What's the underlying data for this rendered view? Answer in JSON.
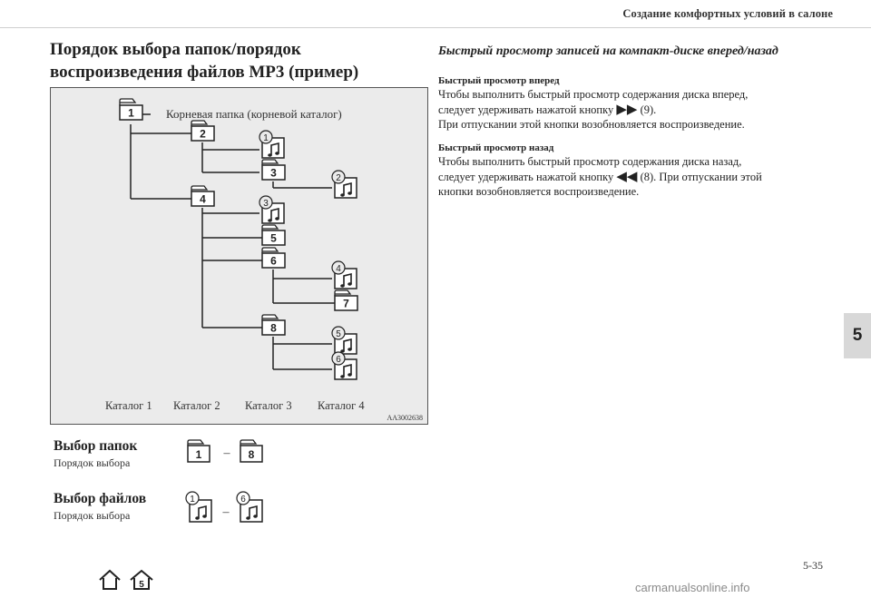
{
  "header": {
    "section_title": "Создание комфортных условий в салоне"
  },
  "left": {
    "title": "Порядок выбора папок/порядок воспроизведения файлов MP3 (пример)",
    "diagram": {
      "root_label": "Корневая папка (корневой каталог)",
      "folders": [
        "1",
        "2",
        "3",
        "4",
        "5",
        "6",
        "7",
        "8"
      ],
      "files": [
        "1",
        "2",
        "3",
        "4",
        "5",
        "6"
      ],
      "catalog_labels": [
        "Каталог 1",
        "Каталог 2",
        "Каталог 3",
        "Каталог 4"
      ],
      "image_code": "AA3002638"
    },
    "folder_select": {
      "title": "Выбор папок",
      "subtitle": "Порядок выбора",
      "from": "1",
      "to": "8",
      "dash": "–"
    },
    "file_select": {
      "title": "Выбор файлов",
      "subtitle": "Порядок выбора",
      "from": "1",
      "to": "6",
      "dash": "–"
    }
  },
  "right": {
    "title": "Быстрый просмотр записей на компакт-диске вперед/назад",
    "forward": {
      "title": "Быстрый просмотр вперед",
      "line1": "Чтобы выполнить быстрый просмотр содержания диска вперед,",
      "line2_pre": "следует удерживать нажатой кнопку",
      "line2_icon": "▶▶",
      "line2_post": " (9).",
      "line3": "При отпускании этой кнопки возобновляется воспроизведение."
    },
    "backward": {
      "title": "Быстрый просмотр назад",
      "line1": "Чтобы выполнить быстрый просмотр содержания диска назад,",
      "line2_pre": "следует удерживать нажатой кнопку",
      "line2_icon": "◀◀",
      "line2_post": " (8). При отпускании этой",
      "line3": "кнопки возобновляется воспроизведение."
    }
  },
  "tab": {
    "number": "5"
  },
  "footer": {
    "page_number": "5-35",
    "watermark": "carmanualsonline.info",
    "badge_number": "5"
  }
}
